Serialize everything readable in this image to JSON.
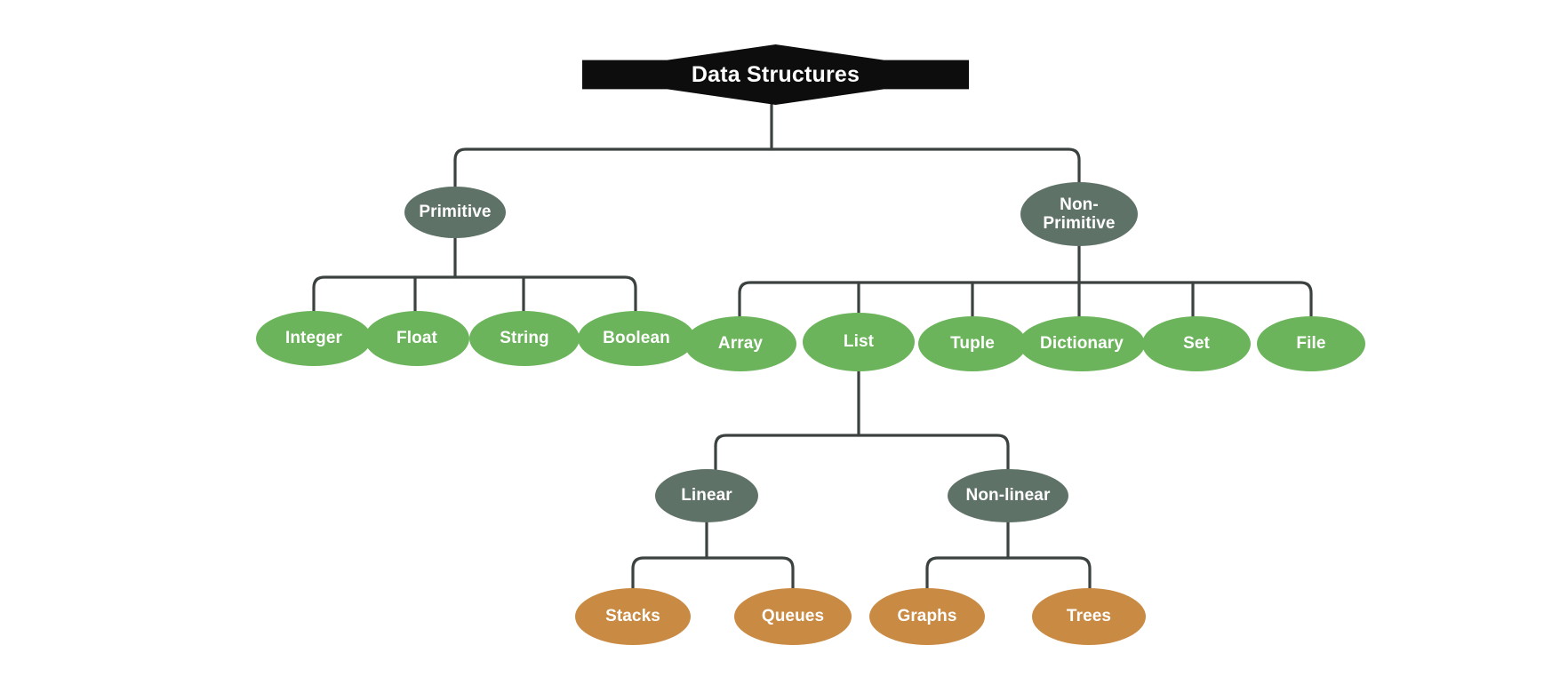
{
  "diagram": {
    "title": "Data Structures",
    "background_color": "#ffffff",
    "edge_color": "#3b423f",
    "palette": {
      "root": "#0d0d0d",
      "category": "#5f7268",
      "primitive_leaf": "#6cb45b",
      "terminal": "#c98a43",
      "text": "#ffffff"
    }
  },
  "nodes": {
    "root": {
      "label": "Data Structures",
      "shape": "hexagon",
      "color": "#0d0d0d"
    },
    "primitive": {
      "label": "Primitive",
      "shape": "ellipse",
      "color": "#5f7268"
    },
    "non_primitive": {
      "label": "Non-\nPrimitive",
      "shape": "ellipse",
      "color": "#5f7268"
    },
    "integer": {
      "label": "Integer",
      "shape": "ellipse",
      "color": "#6cb45b"
    },
    "float": {
      "label": "Float",
      "shape": "ellipse",
      "color": "#6cb45b"
    },
    "string": {
      "label": "String",
      "shape": "ellipse",
      "color": "#6cb45b"
    },
    "boolean": {
      "label": "Boolean",
      "shape": "ellipse",
      "color": "#6cb45b"
    },
    "array": {
      "label": "Array",
      "shape": "ellipse",
      "color": "#6cb45b"
    },
    "list": {
      "label": "List",
      "shape": "ellipse",
      "color": "#6cb45b"
    },
    "tuple": {
      "label": "Tuple",
      "shape": "ellipse",
      "color": "#6cb45b"
    },
    "dictionary": {
      "label": "Dictionary",
      "shape": "ellipse",
      "color": "#6cb45b"
    },
    "set": {
      "label": "Set",
      "shape": "ellipse",
      "color": "#6cb45b"
    },
    "file": {
      "label": "File",
      "shape": "ellipse",
      "color": "#6cb45b"
    },
    "linear": {
      "label": "Linear",
      "shape": "ellipse",
      "color": "#5f7268"
    },
    "non_linear": {
      "label": "Non-linear",
      "shape": "ellipse",
      "color": "#5f7268"
    },
    "stacks": {
      "label": "Stacks",
      "shape": "ellipse",
      "color": "#c98a43"
    },
    "queues": {
      "label": "Queues",
      "shape": "ellipse",
      "color": "#c98a43"
    },
    "graphs": {
      "label": "Graphs",
      "shape": "ellipse",
      "color": "#c98a43"
    },
    "trees": {
      "label": "Trees",
      "shape": "ellipse",
      "color": "#c98a43"
    }
  },
  "hierarchy": {
    "Data Structures": {
      "Primitive": [
        "Integer",
        "Float",
        "String",
        "Boolean"
      ],
      "Non-Primitive": {
        "Array": [],
        "List": {
          "Linear": [
            "Stacks",
            "Queues"
          ],
          "Non-linear": [
            "Graphs",
            "Trees"
          ]
        },
        "Tuple": [],
        "Dictionary": [],
        "Set": [],
        "File": []
      }
    }
  }
}
